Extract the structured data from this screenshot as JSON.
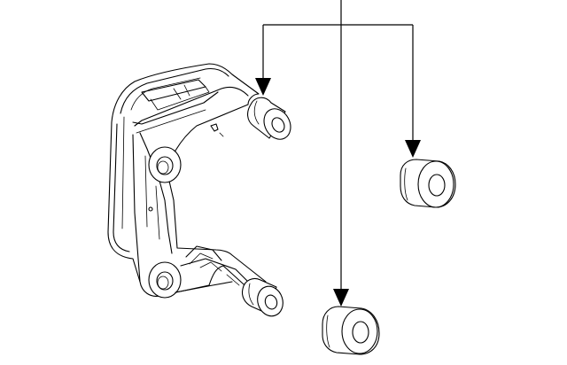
{
  "diagram": {
    "parts": [
      {
        "id": "caliper-bracket",
        "icon": "caliper-bracket-icon"
      },
      {
        "id": "bushing-upper",
        "icon": "guide-bushing-icon"
      },
      {
        "id": "bushing-lower",
        "icon": "guide-bushing-icon"
      },
      {
        "id": "bushing-loose-right",
        "icon": "guide-bushing-icon"
      },
      {
        "id": "bushing-loose-bottom",
        "icon": "guide-bushing-icon"
      }
    ],
    "colors": {
      "line": "#000000",
      "background": "#ffffff"
    }
  }
}
